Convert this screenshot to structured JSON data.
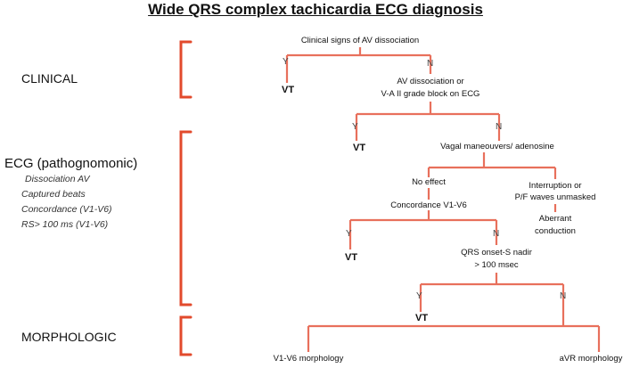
{
  "title": "Wide QRS complex tachicardia ECG diagnosis",
  "sections": {
    "clinical": "CLINICAL",
    "ecg": "ECG (pathognomonic)",
    "morphologic": "MORPHOLOGIC"
  },
  "ecg_criteria": [
    "Dissociation AV",
    "Captured beats",
    "Concordance (V1-V6)",
    "RS> 100 ms (V1-V6)"
  ],
  "nodes": {
    "clinical_signs": "Clinical signs of AV dissociation",
    "av_block_1": "AV dissociation or",
    "av_block_2": "V-A II grade block on ECG",
    "vagal": "Vagal maneouvers/ adenosine",
    "no_effect": "No effect",
    "interruption_1": "Interruption or",
    "interruption_2": "P/F waves unmasked",
    "concordance": "Concordance V1-V6",
    "aberrant_1": "Aberrant",
    "aberrant_2": "conduction",
    "qrs_1": "QRS onset-S nadir",
    "qrs_2": "> 100 msec",
    "v1v6": "V1-V6 morphology",
    "avr": "aVR morphology"
  },
  "branch_labels": {
    "yes": "Y",
    "no": "N",
    "vt": "VT"
  },
  "colors": {
    "tree_line": "#e8705c",
    "bracket": "#e24a2c"
  }
}
